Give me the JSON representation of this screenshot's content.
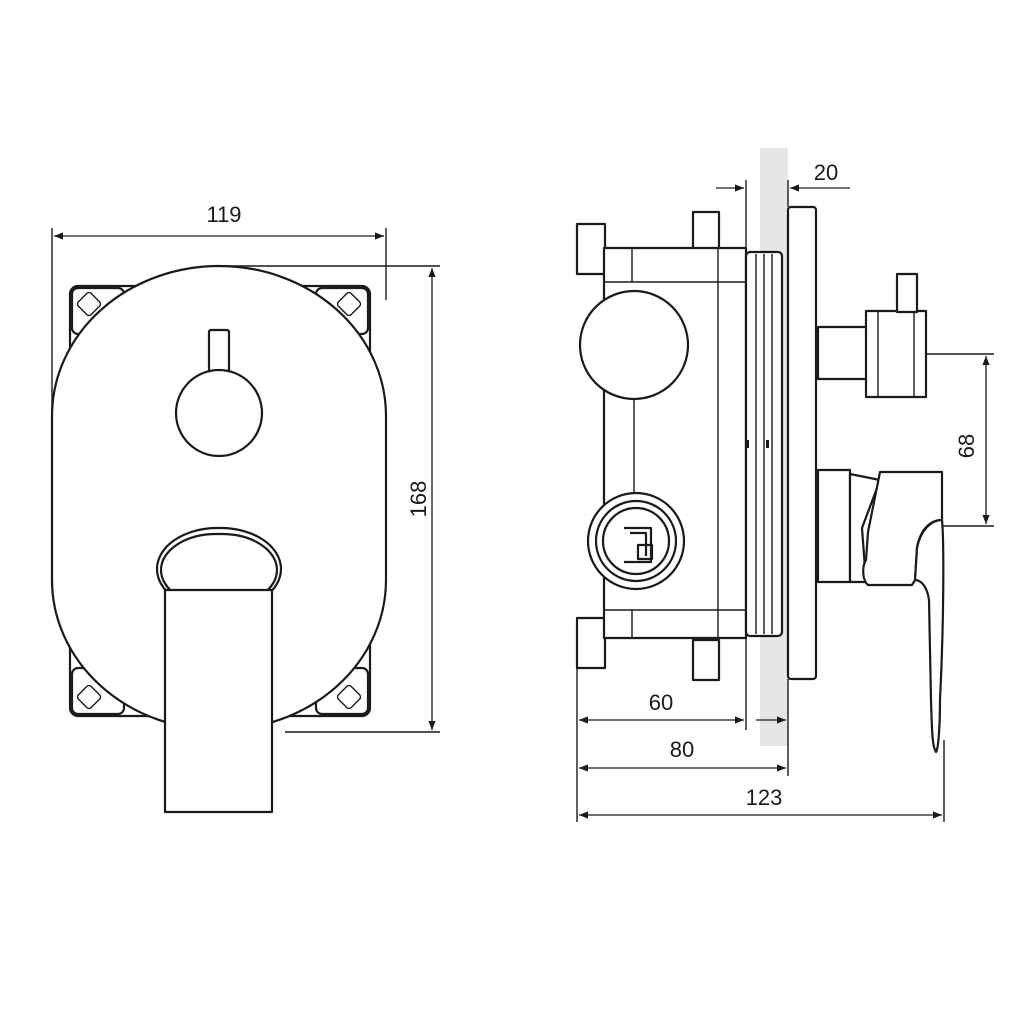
{
  "diagram": {
    "colors": {
      "line": "#1a1a1a",
      "wall": "#e6e6e6",
      "background": "#ffffff"
    },
    "dimensions": {
      "front_width": "119",
      "front_height": "168",
      "wall_offset": "20",
      "outlet_spacing": "68",
      "box_depth_60": "60",
      "box_depth_80": "80",
      "total_depth": "123"
    }
  }
}
